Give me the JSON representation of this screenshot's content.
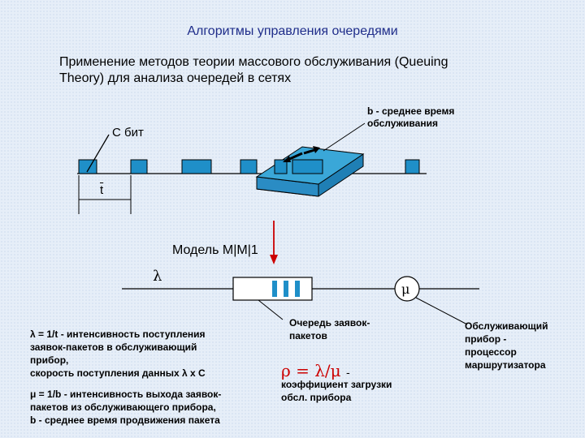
{
  "title": "Алгоритмы управления очередями",
  "intro": {
    "line1": "Применение методов теории массового обслуживания (Queuing",
    "line2": "Theory) для анализа очередей в сетях"
  },
  "service_time_label": "b - среднее время обслуживания",
  "bit_label": "С бит",
  "interval_label": "t",
  "model_label": "Модель M|M|1",
  "lambda_symbol": "λ",
  "mu_symbol": "μ",
  "left_text": {
    "lambda_lines": [
      "λ = 1/t - интенсивность поступления",
      "заявок-пакетов в обслуживающий",
      "прибор,",
      "скорость поступления данных λ x C"
    ],
    "mu_lines": [
      "μ = 1/b - интенсивность выхода заявок-",
      "пакетов из обслуживающего прибора,",
      "b - среднее время продвижения пакета"
    ]
  },
  "queue_lines": [
    "Очередь заявок-",
    "пакетов"
  ],
  "rho_formula": "ρ = λ/μ",
  "rho_dash": "-",
  "load_lines": [
    "коэффициент загрузки",
    "обсл. прибора"
  ],
  "server_lines": [
    "Обслуживающий",
    "прибор -",
    "процессор",
    "маршрутизатора"
  ],
  "colors": {
    "packet": "#1f8fc8",
    "device_top": "#3aa7d8",
    "device_side": "#1f7fb5",
    "arrow": "#cc0000",
    "title": "#1f2d8a"
  }
}
